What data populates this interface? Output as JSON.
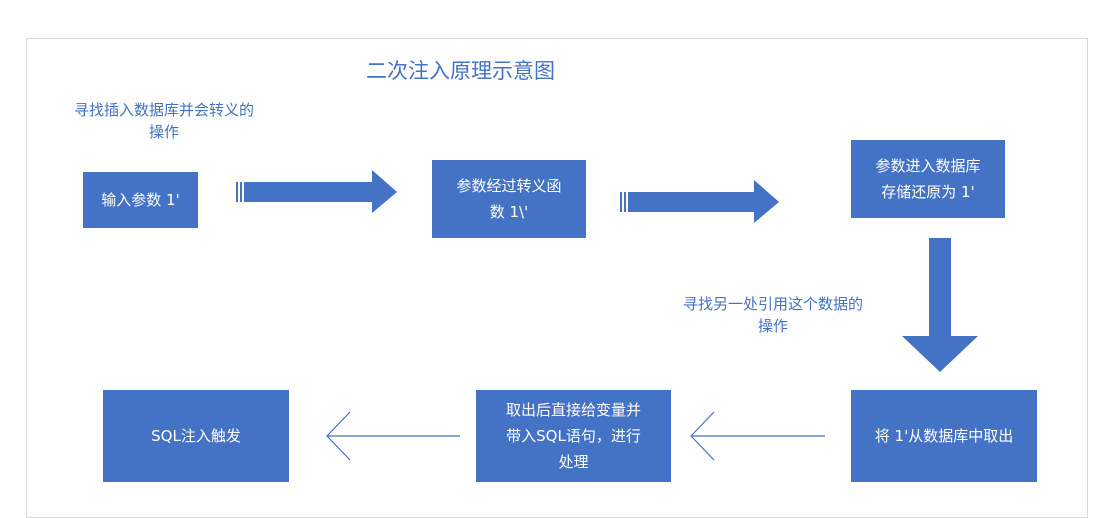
{
  "title": "二次注入原理示意图",
  "notes": {
    "find_insert_line1": "寻找插入数据库并会转义的",
    "find_insert_line2": "操作",
    "find_ref_line1": "寻找另一处引用这个数据的",
    "find_ref_line2": "操作"
  },
  "boxes": {
    "input_param": "输入参数 1'",
    "escape_line1": "参数经过转义函",
    "escape_line2": "数 1\\'",
    "store_line1": "参数进入数据库",
    "store_line2": "存储还原为 1'",
    "fetch_db": "将 1'从数据库中取出",
    "assign_line1": "取出后直接给变量并",
    "assign_line2": "带入SQL语句，进行",
    "assign_line3": "处理",
    "trigger": "SQL注入触发"
  },
  "colors": {
    "box_fill": "#4472c4",
    "box_text": "#ffffff",
    "label_text": "#4472c4",
    "arrow_fill": "#4472c4",
    "frame_border": "#d9d9d9"
  },
  "icons": [
    "striped-right-arrow-icon",
    "down-arrow-icon",
    "thin-left-arrow-icon"
  ]
}
